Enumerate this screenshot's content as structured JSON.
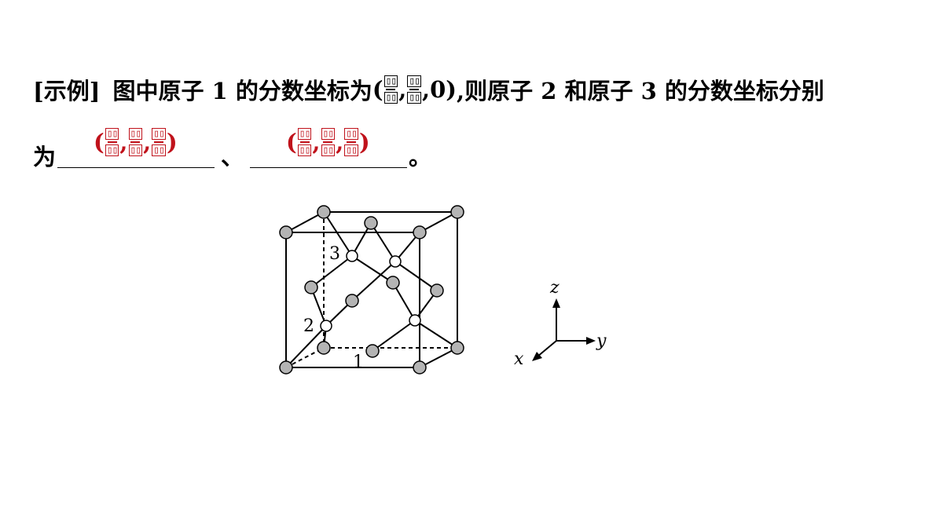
{
  "question": {
    "tag": "[示例]",
    "text_before": "图中原子 1 的分数坐标为",
    "coord_atom1": {
      "open": "(",
      "c1": "▯▯",
      "c1_den": "▯▯",
      "c2": "▯▯",
      "c2_den": "▯▯",
      "sep": ",",
      "last": "0)"
    },
    "text_after": ",则原子 2 和原子 3 的分数坐标分别",
    "line2_start": "为",
    "separator": "、",
    "end_mark": "。"
  },
  "answers": {
    "atom2": {
      "open": "(",
      "close": ")",
      "sep": ",",
      "num": "▯▯",
      "den": "▯▯"
    },
    "atom3": {
      "open": "(",
      "close": ")",
      "sep": ",",
      "num": "▯▯",
      "den": "▯▯"
    }
  },
  "figure": {
    "labels": {
      "atom1": "1",
      "atom2": "2",
      "atom3": "3"
    },
    "axes": {
      "x": "x",
      "y": "y",
      "z": "z"
    },
    "colors": {
      "atom_gray": "#b4b4b4",
      "atom_white": "#ffffff",
      "line": "#000000",
      "answer_red": "#c0121b"
    }
  }
}
